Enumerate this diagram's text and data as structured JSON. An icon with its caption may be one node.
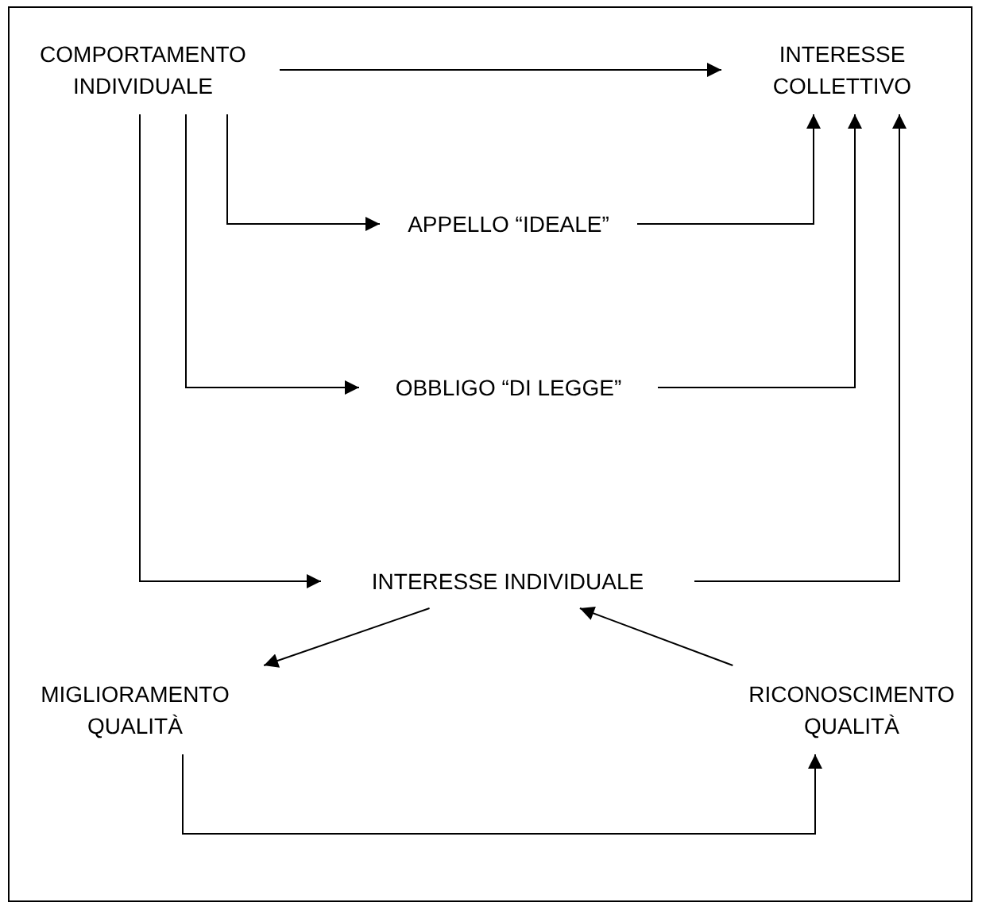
{
  "diagram": {
    "nodes": [
      {
        "text": [
          "COMPORTAMENTO INDIVIDUALE"
        ]
      },
      {
        "text": [
          "INTERESSE COLLETTIVO"
        ]
      },
      {
        "text": [
          "APPELLO “IDEALE”"
        ]
      },
      {
        "text": [
          "OBBLIGO “DI LEGGE”"
        ]
      },
      {
        "text": [
          "INTERESSE INDIVIDUALE"
        ]
      },
      {
        "text": [
          "MIGLIORAMENTO QUALITÀ"
        ]
      },
      {
        "text": [
          "RICONOSCIMENTO QUALITÀ"
        ]
      }
    ],
    "edges": [
      {
        "from": 0,
        "to": 1,
        "arrow": "to"
      },
      {
        "from": 0,
        "to": 2,
        "arrow": "to"
      },
      {
        "from": 0,
        "to": 3,
        "arrow": "to"
      },
      {
        "from": 0,
        "to": 4,
        "arrow": "to"
      },
      {
        "from": 2,
        "to": 1,
        "arrow": "to"
      },
      {
        "from": 3,
        "to": 1,
        "arrow": "to"
      },
      {
        "from": 4,
        "to": 1,
        "arrow": "to"
      },
      {
        "from": 4,
        "to": 5,
        "arrow": "to"
      },
      {
        "from": 6,
        "to": 4,
        "arrow": "to"
      },
      {
        "from": 5,
        "to": 6,
        "arrow": "to"
      }
    ]
  }
}
